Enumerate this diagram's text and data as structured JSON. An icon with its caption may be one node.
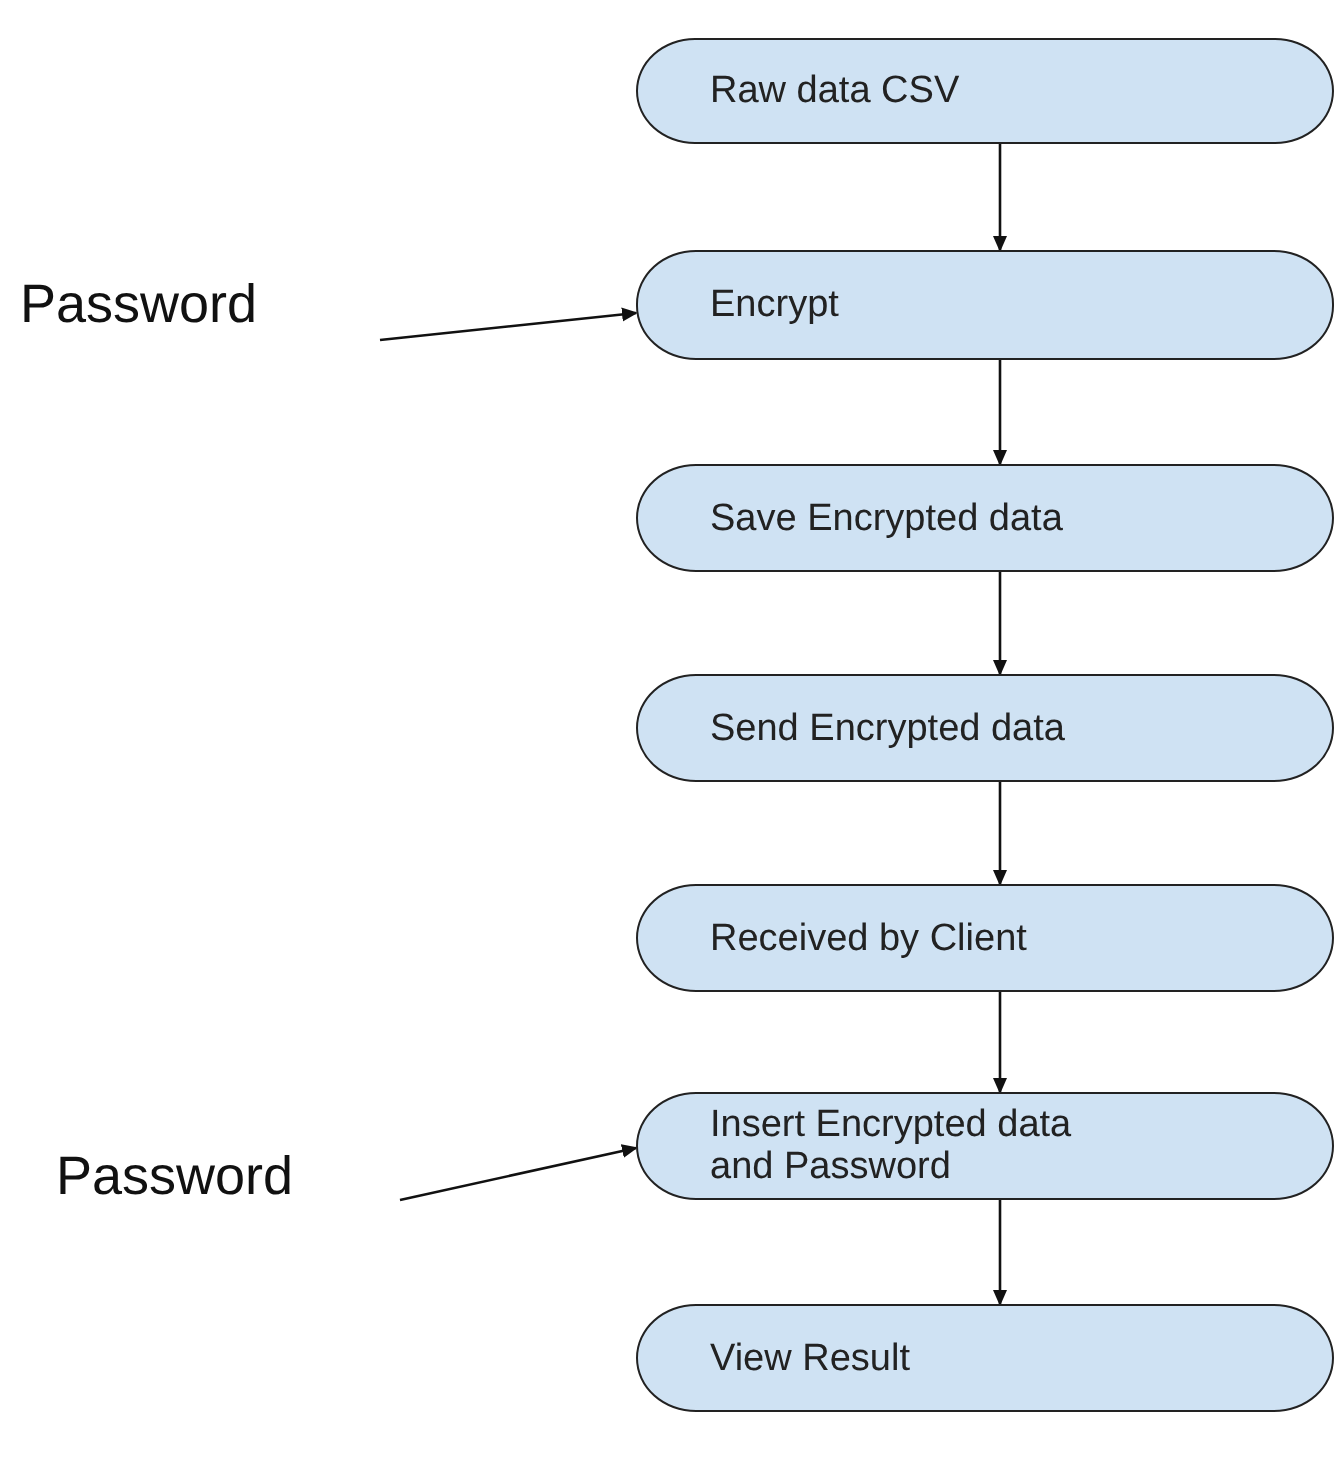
{
  "diagram": {
    "nodes": [
      {
        "text": [
          "Raw data CSV"
        ]
      },
      {
        "text": [
          "Password"
        ]
      },
      {
        "text": [
          "Encrypt"
        ]
      },
      {
        "text": [
          "Save Encrypted data"
        ]
      },
      {
        "text": [
          "Send Encrypted data"
        ]
      },
      {
        "text": [
          "Received by Client"
        ]
      },
      {
        "text": [
          "Password"
        ]
      },
      {
        "text": [
          "Insert Encrypted data and Password"
        ]
      },
      {
        "text": [
          "View Result"
        ]
      }
    ],
    "edges": [
      {
        "from": 0,
        "to": 2,
        "arrow": "to"
      },
      {
        "from": 1,
        "to": 2,
        "arrow": "to"
      },
      {
        "from": 2,
        "to": 3,
        "arrow": "to"
      },
      {
        "from": 3,
        "to": 4,
        "arrow": "to"
      },
      {
        "from": 4,
        "to": 5,
        "arrow": "to"
      },
      {
        "from": 5,
        "to": 7,
        "arrow": "to"
      },
      {
        "from": 6,
        "to": 7,
        "arrow": "to"
      },
      {
        "from": 7,
        "to": 8,
        "arrow": "to"
      }
    ]
  }
}
